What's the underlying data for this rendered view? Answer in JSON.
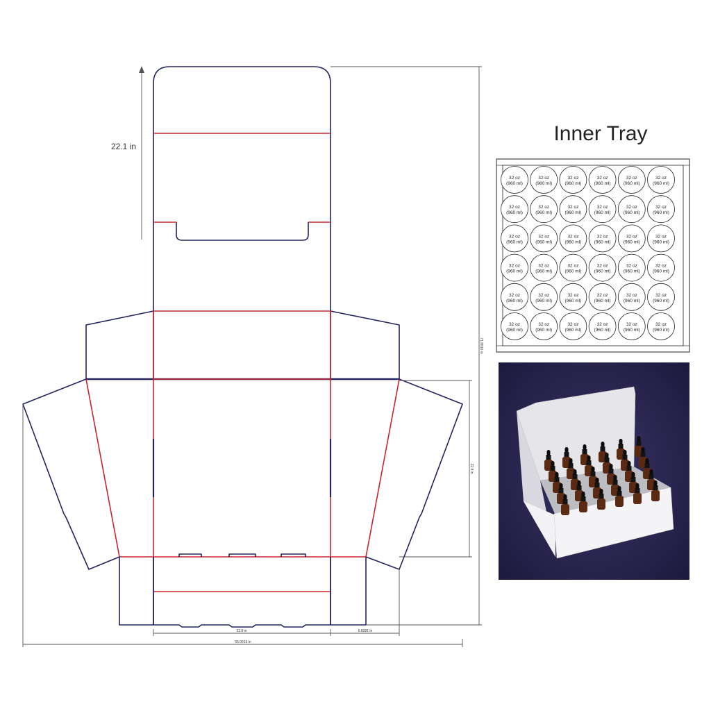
{
  "dieline": {
    "dim_height_top": "22.1 in",
    "dim_total_height": "71.8816 in",
    "dim_side_height": "22.8 in",
    "dim_front_width": "22.8 in",
    "dim_side_width": "6.8281 in",
    "dim_total_width": "55.0615 in"
  },
  "inner_tray": {
    "title": "Inner Tray",
    "rows": 6,
    "cols": 6,
    "cell_line1": "32 oz",
    "cell_line2": "(960 ml)"
  },
  "photo": {
    "bottle_count_shown": 30
  },
  "colors": {
    "cut_line": "#23235e",
    "fold_line": "#c8262b",
    "photo_bg": "#2a2552"
  }
}
